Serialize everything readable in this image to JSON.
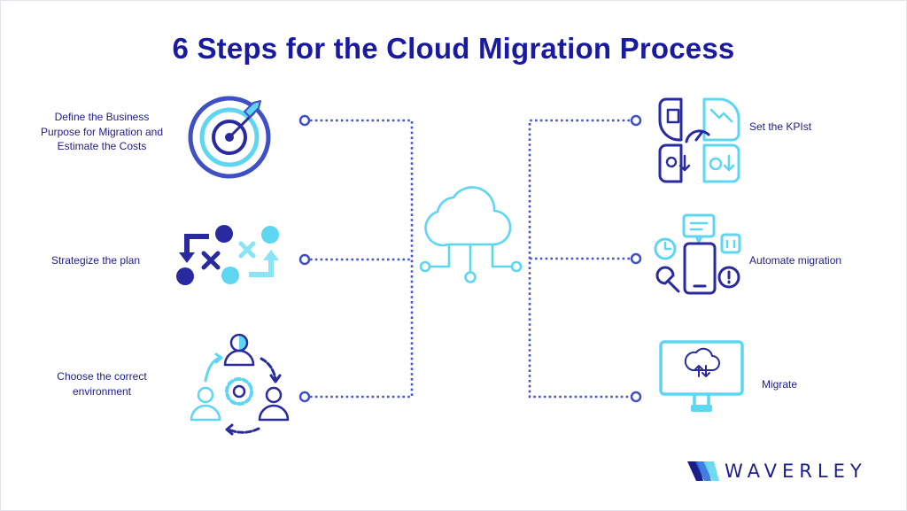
{
  "title": "6 Steps for the Cloud Migration Process",
  "steps": [
    {
      "label": "Define the Business Purpose for Migration and Estimate the Costs",
      "icon": "target-arrow-icon"
    },
    {
      "label": "Strategize the plan",
      "icon": "strategy-plan-icon"
    },
    {
      "label": "Choose the correct environment",
      "icon": "team-gear-icon"
    },
    {
      "label": "Set the KPIst",
      "icon": "kpi-dashboard-icon"
    },
    {
      "label": "Automate migration",
      "icon": "smartphone-automation-icon"
    },
    {
      "label": "Migrate",
      "icon": "monitor-cloud-sync-icon"
    }
  ],
  "center_icon": "cloud-network-icon",
  "brand": {
    "name": "WAVERLEY"
  },
  "colors": {
    "navy": "#1a1aa0",
    "dark_navy": "#1c1c8c",
    "cyan": "#5dd6f1",
    "light_cyan": "#8be3f6",
    "mid_blue": "#3f4fc4",
    "connector": "#4a55c8"
  }
}
